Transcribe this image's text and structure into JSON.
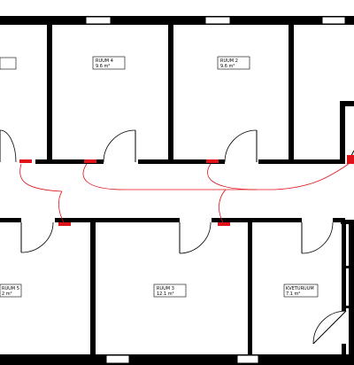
{
  "plan": {
    "title": "",
    "colors": {
      "wall": "#000000",
      "background": "#ffffff",
      "door_marker": "#e0131a"
    },
    "rooms": [
      {
        "id": "room-4",
        "name": "RUUM 4",
        "area": "9.6 m²"
      },
      {
        "id": "room-2",
        "name": "RUUM 2",
        "area": "9.6 m²"
      },
      {
        "id": "room-5",
        "name": "RUUM 5",
        "area": "2 m²"
      },
      {
        "id": "room-3",
        "name": "RUUM 3",
        "area": "12.1 m²"
      },
      {
        "id": "room-k",
        "name": "KVETURUUM",
        "area": "7.1 m²"
      }
    ]
  }
}
